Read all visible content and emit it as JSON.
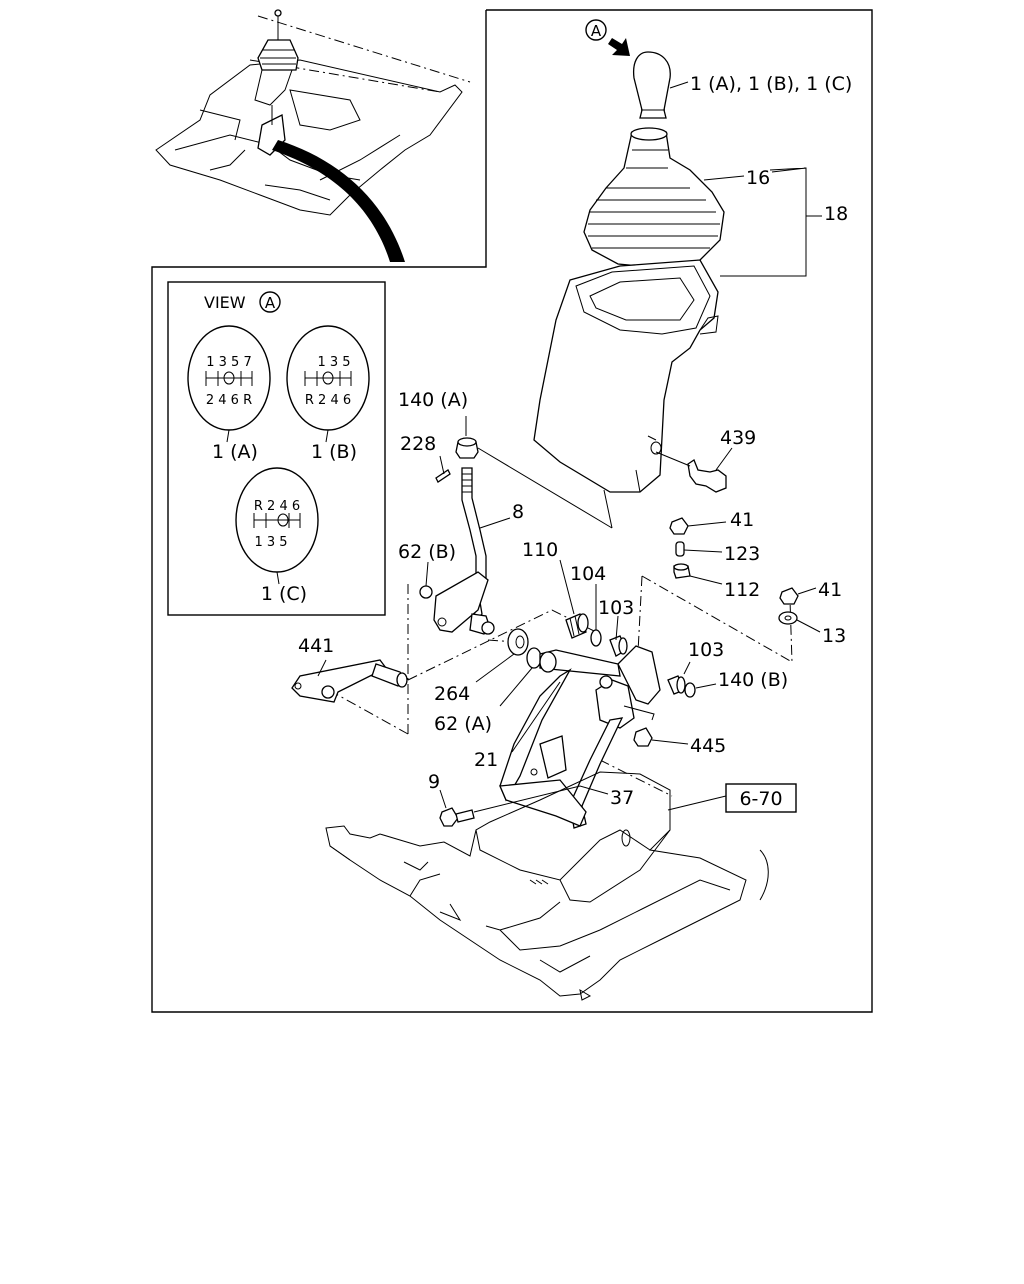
{
  "labels": {
    "knob": "1 (A), 1 (B), 1 (C)",
    "view_marker": "A",
    "boot": "16",
    "console_assy": "18",
    "screw_439": "439",
    "rod_140a": "140 (A)",
    "pin_228": "228",
    "shift_lever": "8",
    "nut_41a": "41",
    "pin_123": "123",
    "bush_112": "112",
    "nut_41b": "41",
    "washer_13": "13",
    "spring_110": "110",
    "clip_104": "104",
    "bush_103a": "103",
    "bush_62b": "62 (B)",
    "link_441": "441",
    "bush_103b": "103",
    "clip_140b": "140 (B)",
    "washer_264": "264",
    "bush_62a": "62 (A)",
    "bracket_21": "21",
    "bolt_445": "445",
    "bolt_9": "9",
    "stay_37": "37",
    "ref_page": "6-70"
  },
  "view_panel": {
    "title": "VIEW",
    "marker": "A",
    "patterns": [
      {
        "top": "1 3 5 7",
        "bottom": "2 4 6 R",
        "label": "1 (A)"
      },
      {
        "top": "1 3 5",
        "bottom": "R 2 4 6",
        "label": "1 (B)"
      },
      {
        "top": "R 2 4 6",
        "bottom": "1 3 5",
        "label": "1 (C)"
      }
    ]
  }
}
